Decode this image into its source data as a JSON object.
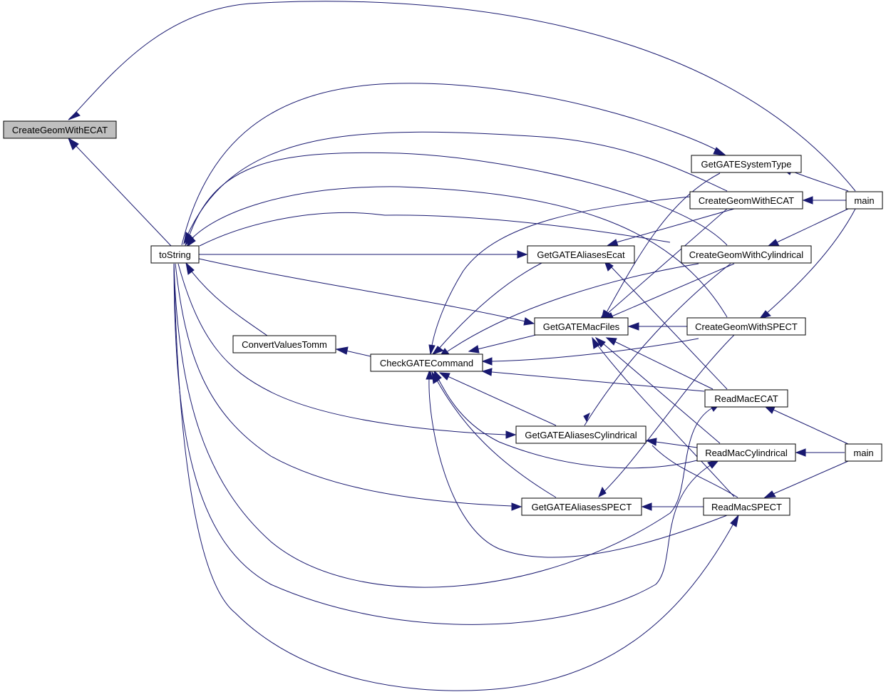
{
  "graph": {
    "nodes": [
      {
        "id": "n_create_geom_ecat_root",
        "label": "CreateGeomWithECAT",
        "highlighted": true
      },
      {
        "id": "n_tostring",
        "label": "toString"
      },
      {
        "id": "n_convert_values",
        "label": "ConvertValuesTomm"
      },
      {
        "id": "n_check_gate",
        "label": "CheckGATECommand"
      },
      {
        "id": "n_aliases_ecat",
        "label": "GetGATEAliasesEcat"
      },
      {
        "id": "n_mac_files",
        "label": "GetGATEMacFiles"
      },
      {
        "id": "n_aliases_cyl",
        "label": "GetGATEAliasesCylindrical"
      },
      {
        "id": "n_aliases_spect",
        "label": "GetGATEAliasesSPECT"
      },
      {
        "id": "n_system_type",
        "label": "GetGATESystemType"
      },
      {
        "id": "n_create_ecat",
        "label": "CreateGeomWithECAT"
      },
      {
        "id": "n_create_cyl",
        "label": "CreateGeomWithCylindrical"
      },
      {
        "id": "n_create_spect",
        "label": "CreateGeomWithSPECT"
      },
      {
        "id": "n_readmac_ecat",
        "label": "ReadMacECAT"
      },
      {
        "id": "n_readmac_cyl",
        "label": "ReadMacCylindrical"
      },
      {
        "id": "n_readmac_spect",
        "label": "ReadMacSPECT"
      },
      {
        "id": "n_main1",
        "label": "main"
      },
      {
        "id": "n_main2",
        "label": "main"
      }
    ],
    "colors": {
      "edge": "#191970",
      "node_border": "#000000",
      "node_fill": "#ffffff",
      "highlight_fill": "#bfbfbf"
    }
  }
}
